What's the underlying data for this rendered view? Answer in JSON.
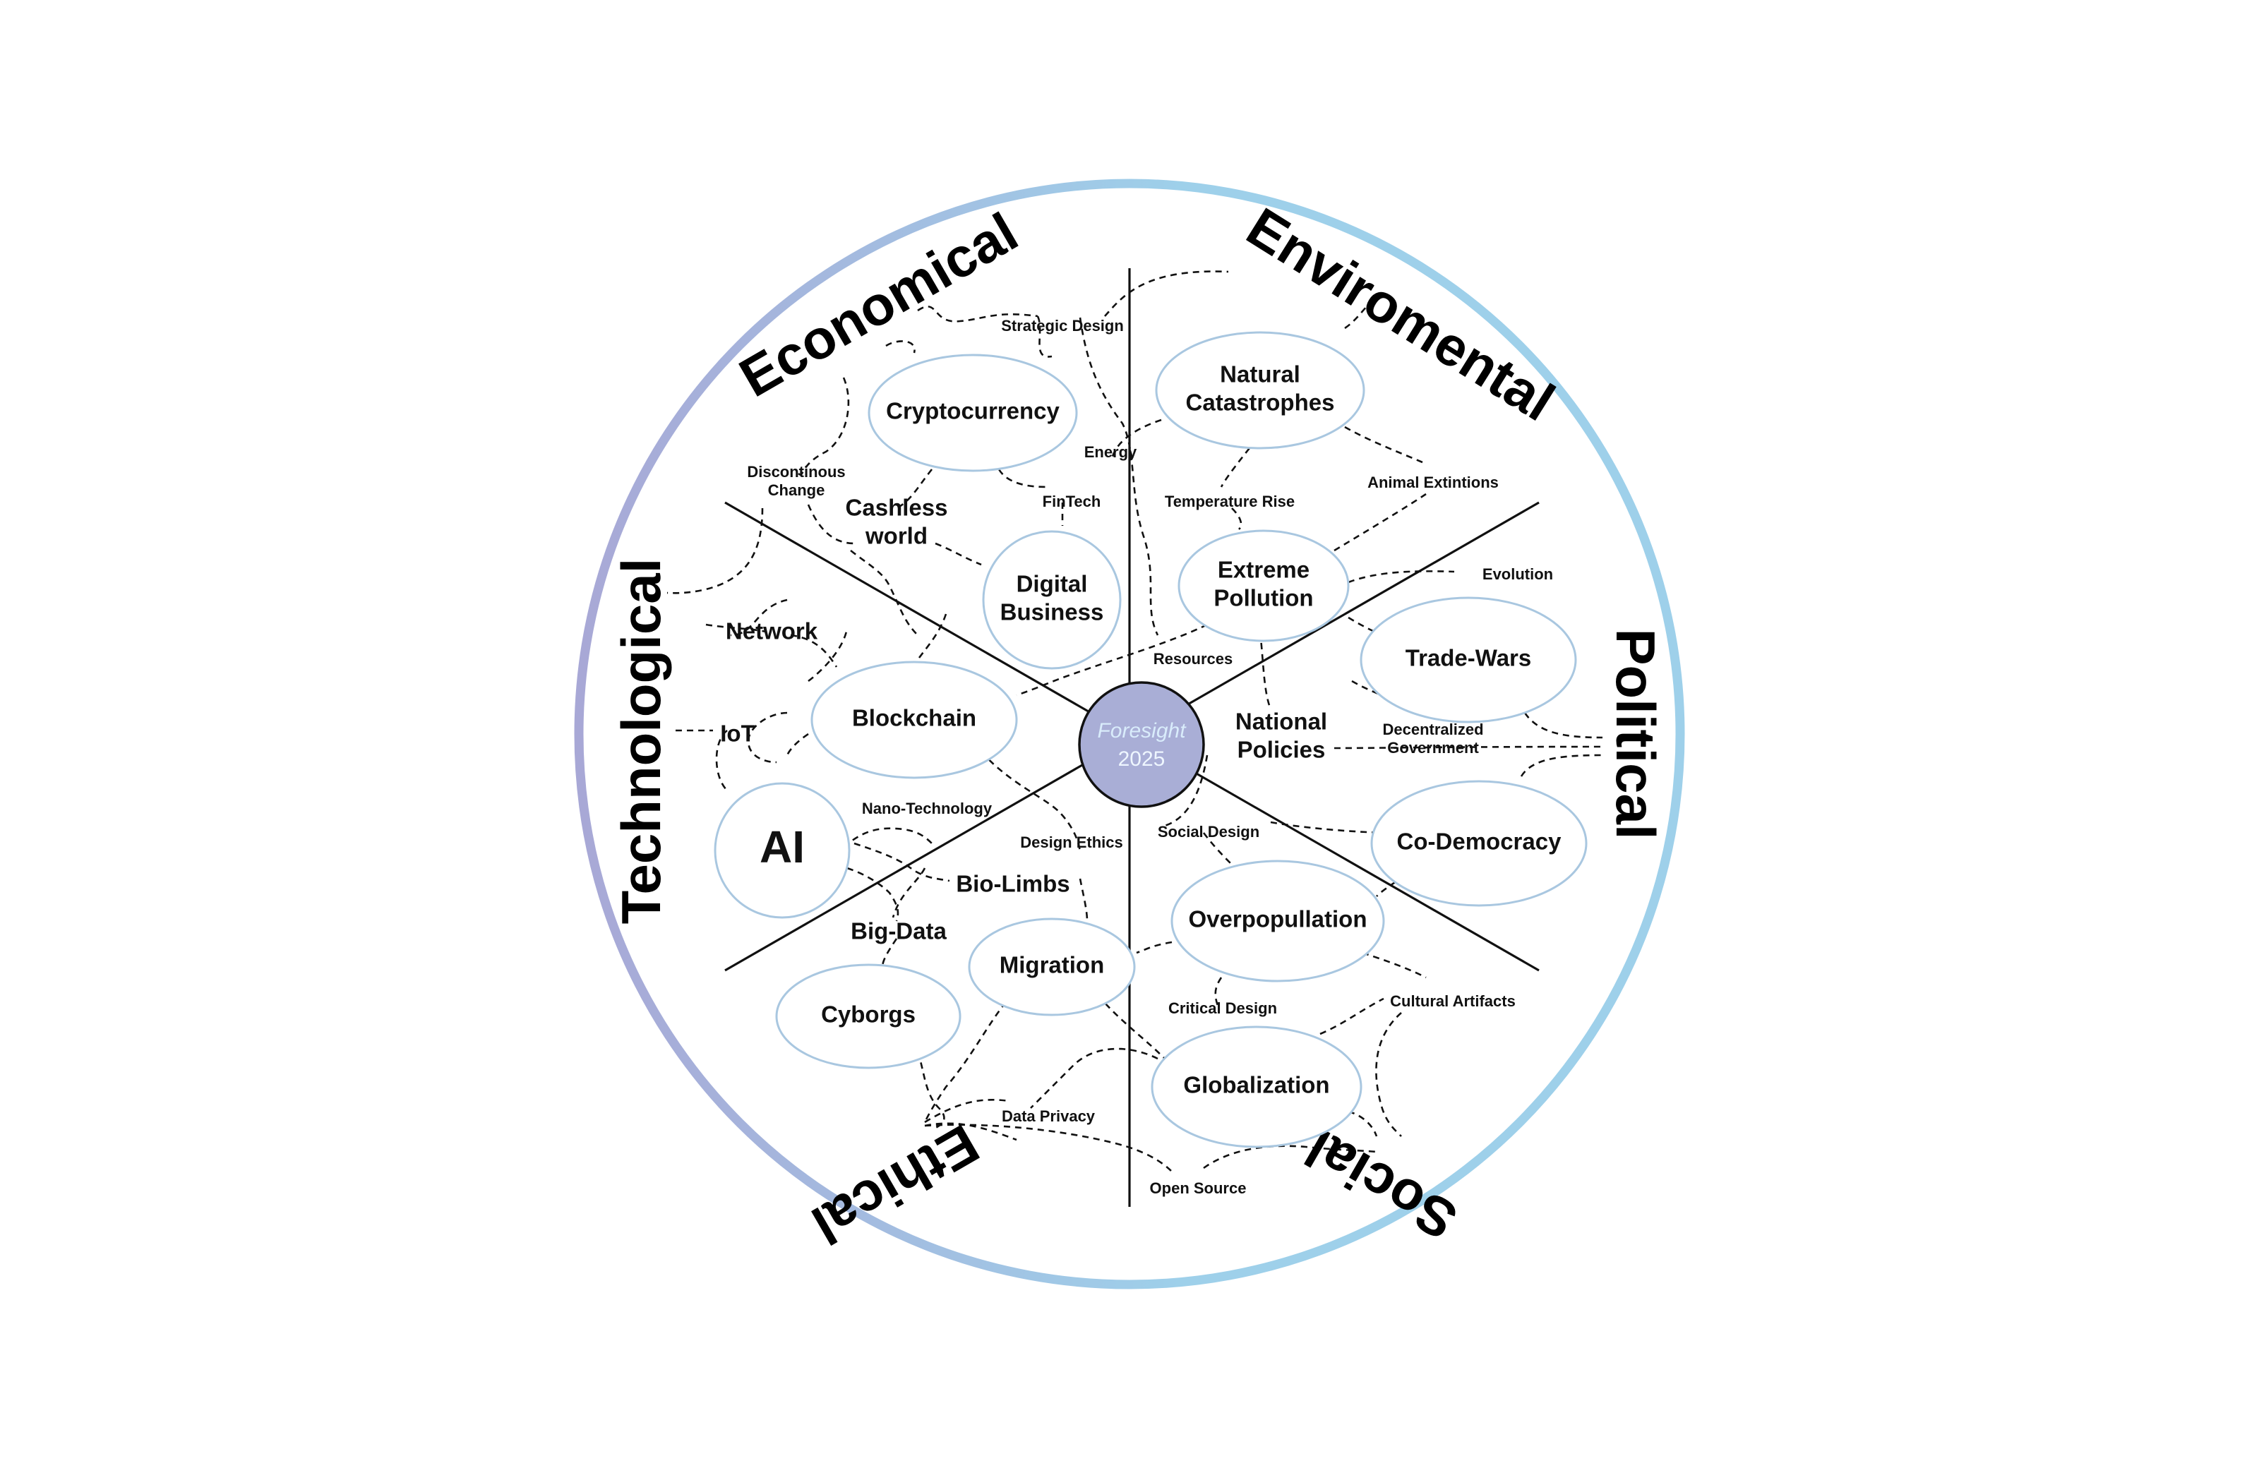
{
  "colors": {
    "ring_start": "#a8a8d6",
    "ring_end": "#9ed0ea",
    "node_stroke": "#a9c7e0",
    "center_fill": "#a9aed6",
    "center_text_italic": "#d9ecfb",
    "center_text": "#eef6ff"
  },
  "center": {
    "line1": "Foresight",
    "line2": "2025"
  },
  "segments": [
    "Economical",
    "Enviromental",
    "Political",
    "Social",
    "Ethical",
    "Technological"
  ],
  "nodes": [
    {
      "id": "cryptocurrency",
      "lines": [
        "Cryptocurrency"
      ]
    },
    {
      "id": "natural-catastrophes",
      "lines": [
        "Natural",
        "Catastrophes"
      ]
    },
    {
      "id": "digital-business",
      "lines": [
        "Digital",
        "Business"
      ]
    },
    {
      "id": "extreme-pollution",
      "lines": [
        "Extreme",
        "Pollution"
      ]
    },
    {
      "id": "trade-wars",
      "lines": [
        "Trade-Wars"
      ]
    },
    {
      "id": "blockchain",
      "lines": [
        "Blockchain"
      ]
    },
    {
      "id": "co-democracy",
      "lines": [
        "Co-Democracy"
      ]
    },
    {
      "id": "ai",
      "lines": [
        "AI"
      ]
    },
    {
      "id": "overpopullation",
      "lines": [
        "Overpopullation"
      ]
    },
    {
      "id": "migration",
      "lines": [
        "Migration"
      ]
    },
    {
      "id": "cyborgs",
      "lines": [
        "Cyborgs"
      ]
    },
    {
      "id": "globalization",
      "lines": [
        "Globalization"
      ]
    }
  ],
  "labels": [
    {
      "id": "cashless-world",
      "lines": [
        "Cashless",
        "world"
      ]
    },
    {
      "id": "network",
      "lines": [
        "Network"
      ]
    },
    {
      "id": "iot",
      "lines": [
        "IoT"
      ]
    },
    {
      "id": "national-policies",
      "lines": [
        "National",
        "Policies"
      ]
    },
    {
      "id": "bio-limbs",
      "lines": [
        "Bio-Limbs"
      ]
    },
    {
      "id": "big-data",
      "lines": [
        "Big-Data"
      ]
    }
  ],
  "tags": [
    {
      "id": "strategic-design",
      "lines": [
        "Strategic Design"
      ]
    },
    {
      "id": "energy",
      "lines": [
        "Energy"
      ]
    },
    {
      "id": "animal-extintions",
      "lines": [
        "Animal Extintions"
      ]
    },
    {
      "id": "discontinous-change",
      "lines": [
        "Discontinous",
        "Change"
      ]
    },
    {
      "id": "fintech",
      "lines": [
        "FinTech"
      ]
    },
    {
      "id": "temperature-rise",
      "lines": [
        "Temperature Rise"
      ]
    },
    {
      "id": "evolution",
      "lines": [
        "Evolution"
      ]
    },
    {
      "id": "resources",
      "lines": [
        "Resources"
      ]
    },
    {
      "id": "decentralized-government",
      "lines": [
        "Decentralized",
        "Government"
      ]
    },
    {
      "id": "nano-technology",
      "lines": [
        "Nano-Technology"
      ]
    },
    {
      "id": "social-design",
      "lines": [
        "Social Design"
      ]
    },
    {
      "id": "design-ethics",
      "lines": [
        "Design Ethics"
      ]
    },
    {
      "id": "critical-design",
      "lines": [
        "Critical Design"
      ]
    },
    {
      "id": "cultural-artifacts",
      "lines": [
        "Cultural Artifacts"
      ]
    },
    {
      "id": "data-privacy",
      "lines": [
        "Data Privacy"
      ]
    },
    {
      "id": "open-source",
      "lines": [
        "Open Source"
      ]
    }
  ]
}
